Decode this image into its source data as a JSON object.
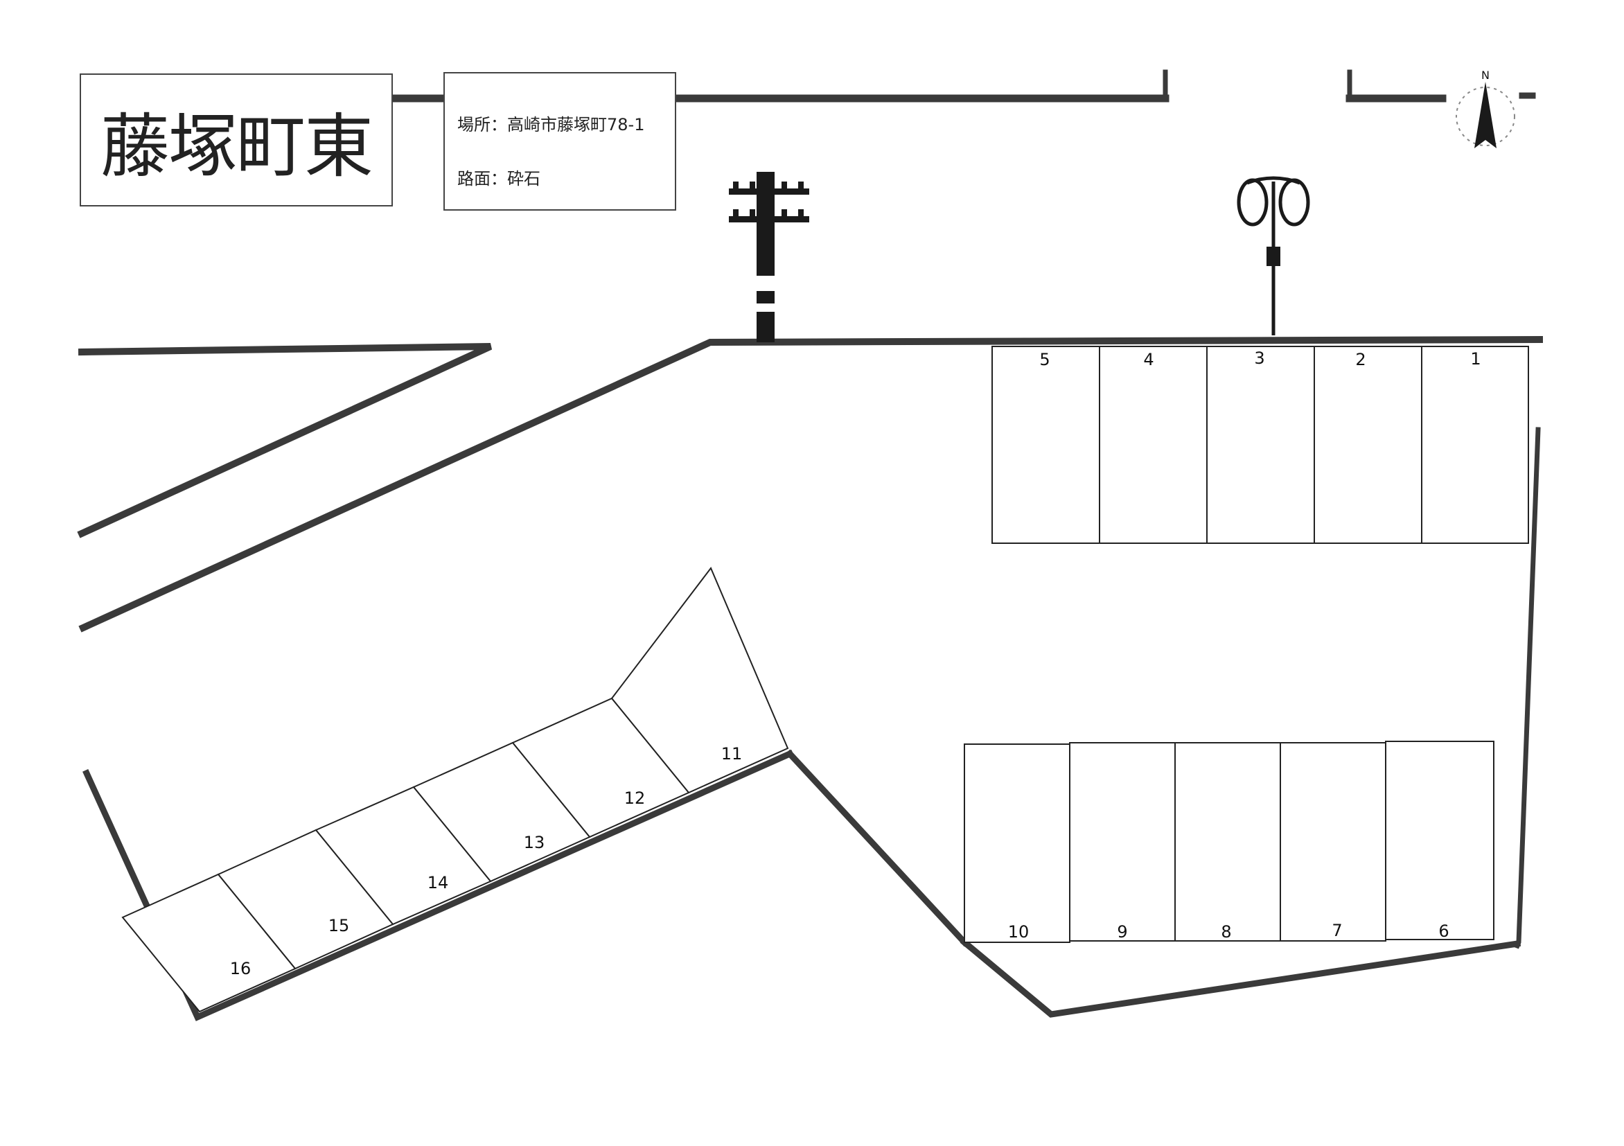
{
  "title": "藤塚町東",
  "info": {
    "location": "場所：高崎市藤塚町78-1",
    "surface": "路面：砕石"
  },
  "compass": {
    "north_label": "N"
  },
  "spaces": [
    {
      "label": "1"
    },
    {
      "label": "2"
    },
    {
      "label": "3"
    },
    {
      "label": "4"
    },
    {
      "label": "5"
    },
    {
      "label": "6"
    },
    {
      "label": "7"
    },
    {
      "label": "8"
    },
    {
      "label": "9"
    },
    {
      "label": "10"
    },
    {
      "label": "11"
    },
    {
      "label": "12"
    },
    {
      "label": "13"
    },
    {
      "label": "14"
    },
    {
      "label": "15"
    },
    {
      "label": "16"
    }
  ],
  "colors": {
    "wall": "#333333",
    "line": "#111111"
  },
  "icons": [
    "utility-pole-icon",
    "street-lamp-icon",
    "north-arrow-icon"
  ]
}
